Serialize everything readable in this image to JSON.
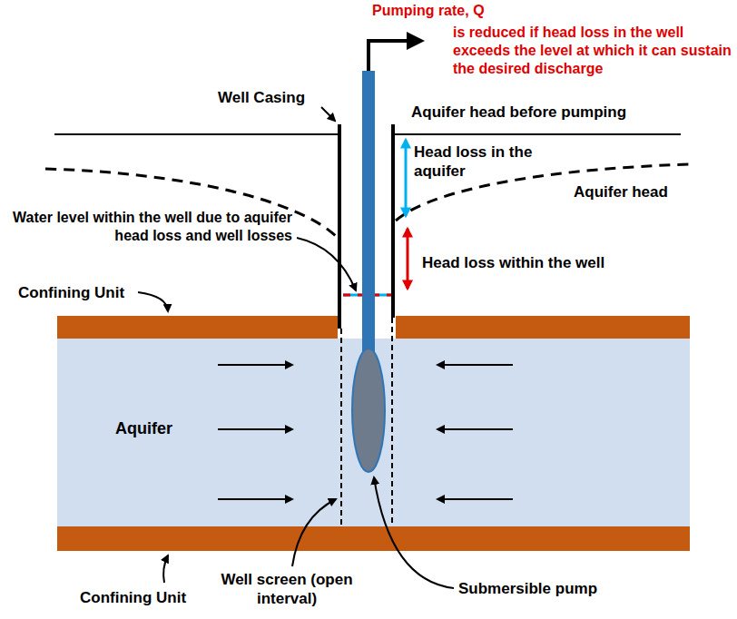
{
  "diagram": {
    "nodes": [
      {
        "text": [
          "Aquifer"
        ]
      }
    ],
    "labels": [
      "Pumping rate, Q",
      "is reduced if head loss in the well exceeds the level at which it can sustain the desired discharge",
      "Well Casing",
      "Aquifer head before pumping",
      "Head loss in the aquifer",
      "Aquifer head",
      "Water level within the well due to aquifer head loss and well losses",
      "Head loss within the well",
      "Confining Unit",
      "Confining Unit",
      "Well screen (open interval)",
      "Submersible pump"
    ]
  }
}
